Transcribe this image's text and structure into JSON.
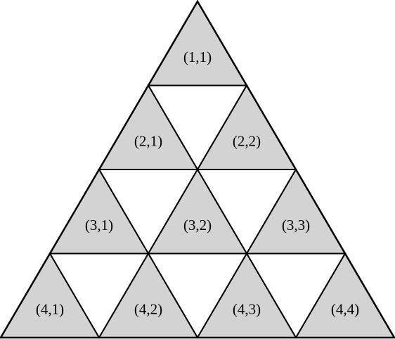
{
  "diagram": {
    "rows": 4,
    "colors": {
      "up_fill": "#d3d3d3",
      "down_fill": "#ffffff",
      "stroke": "#000000"
    },
    "labels": [
      [
        "(1,1)"
      ],
      [
        "(2,1)",
        "(2,2)"
      ],
      [
        "(3,1)",
        "(3,2)",
        "(3,3)"
      ],
      [
        "(4,1)",
        "(4,2)",
        "(4,3)",
        "(4,4)"
      ]
    ]
  }
}
